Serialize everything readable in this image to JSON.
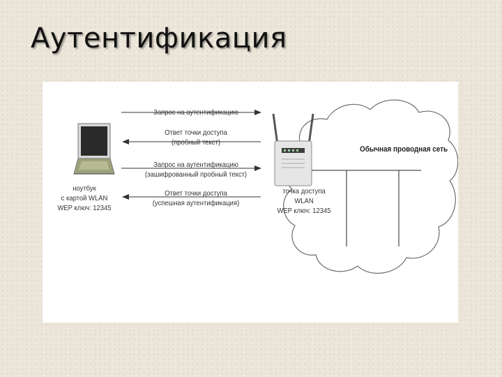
{
  "slide": {
    "title": "Аутентификация"
  },
  "diagram": {
    "arrows": [
      {
        "line1": "Запрос на аутентификацию",
        "line2": "",
        "direction": "right"
      },
      {
        "line1": "Ответ точки доступа",
        "line2": "(пробный текст)",
        "direction": "left"
      },
      {
        "line1": "Запрос на аутентификацию",
        "line2": "(зашифрованный пробный текст)",
        "direction": "right"
      },
      {
        "line1": "Ответ точки доступа",
        "line2": "(успешная аутентификация)",
        "direction": "left"
      }
    ],
    "laptop": {
      "line1": "ноутбук",
      "line2": "с картой WLAN",
      "line3": "WEP ключ: 12345"
    },
    "access_point": {
      "line1": "точка доступа",
      "line2": "WLAN",
      "line3": "WEP ключ: 12345"
    },
    "network": {
      "label": "Обычная проводная сеть"
    }
  }
}
